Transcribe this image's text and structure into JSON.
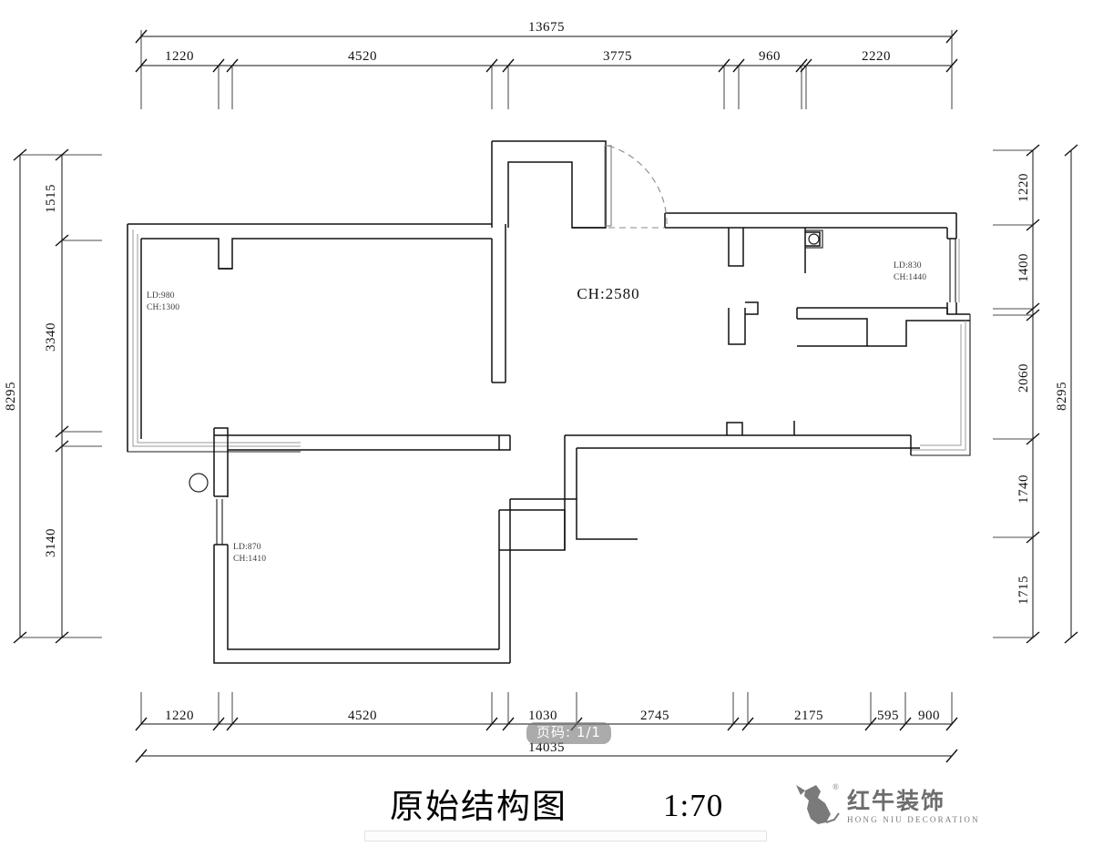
{
  "document": {
    "title": "原始结构图",
    "scale": "1:70"
  },
  "logo": {
    "cn": "红牛装饰",
    "en": "HONG NIU DECORATION",
    "trademark": "®",
    "icon": "bull-icon"
  },
  "viewer": {
    "page_indicator": "页码: 1/1"
  },
  "annotations": {
    "main_ceiling": "CH:2580",
    "rooms": [
      {
        "name": "left-upper-room",
        "ld": "LD:980",
        "ch": "CH:1300"
      },
      {
        "name": "left-lower-room",
        "ld": "LD:870",
        "ch": "CH:1410"
      },
      {
        "name": "right-room",
        "ld": "LD:830",
        "ch": "CH:1440"
      }
    ]
  },
  "dimensions": {
    "top": {
      "overall": "13675",
      "segments": [
        "1220",
        "4520",
        "3775",
        "960",
        "2220"
      ]
    },
    "bottom": {
      "overall": "14035",
      "segments": [
        "1220",
        "4520",
        "1030",
        "2745",
        "2175",
        "595",
        "900"
      ]
    },
    "left": {
      "overall": "8295",
      "segments": [
        "1515",
        "3340",
        "3140"
      ]
    },
    "right": {
      "overall": "8295",
      "segments": [
        "1220",
        "1400",
        "2060",
        "1740",
        "1715"
      ]
    }
  },
  "colors": {
    "wall": "#111111",
    "balcony": "#9a9a9a",
    "door": "#8a8a8a",
    "logo": "#6d6d6d",
    "badge": "rgba(120,120,120,0.62)"
  }
}
